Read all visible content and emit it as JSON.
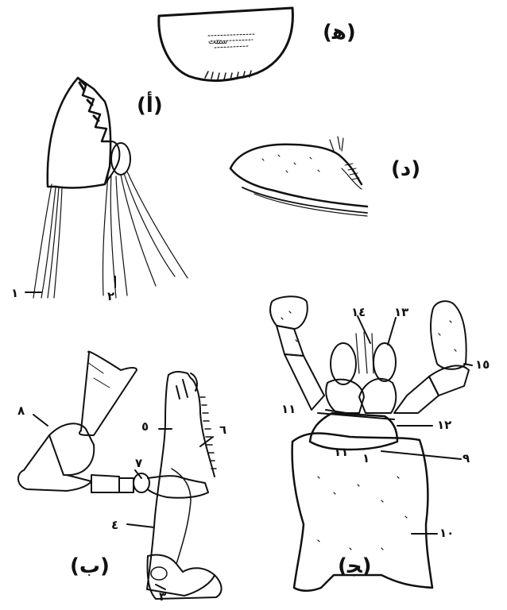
{
  "figure": {
    "ink_color": "#111111",
    "background": "#ffffff",
    "panel_labels": {
      "h": "(ﻫ)",
      "a": "(أ)",
      "d": "(ﺩ)",
      "b": "(ب)",
      "j": "(ﺠ)"
    },
    "part_numbers": {
      "n1": "١",
      "n2": "٢",
      "n3": "٣",
      "n4": "٤",
      "n5": "٥",
      "n6": "٦",
      "n7": "٧",
      "n8": "٨",
      "n9": "٩",
      "n10": "١٠",
      "n11a": "١١",
      "n11b": "١١",
      "n11c": "١",
      "n12": "١٢",
      "n13": "١٣",
      "n14": "١٤",
      "n15": "١٥"
    },
    "labrum_text": "ﺳﺘﺘﺖ"
  }
}
